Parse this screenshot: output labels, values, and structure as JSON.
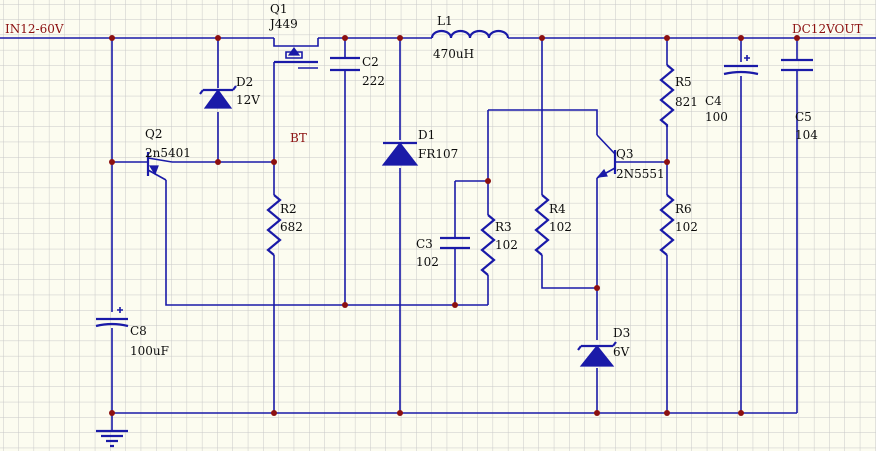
{
  "nets": {
    "input": "IN12-60V",
    "output": "DC12VOUT",
    "bt": "BT"
  },
  "components": {
    "Q1": {
      "ref": "Q1",
      "value": "J449"
    },
    "Q2": {
      "ref": "Q2",
      "value": "2n5401"
    },
    "Q3": {
      "ref": "Q3",
      "value": "2N5551"
    },
    "D1": {
      "ref": "D1",
      "value": "FR107"
    },
    "D2": {
      "ref": "D2",
      "value": "12V"
    },
    "D3": {
      "ref": "D3",
      "value": "6V"
    },
    "L1": {
      "ref": "L1",
      "value": "470uH"
    },
    "C2": {
      "ref": "C2",
      "value": "222"
    },
    "C3": {
      "ref": "C3",
      "value": "102"
    },
    "C4": {
      "ref": "C4",
      "value": "100"
    },
    "C5": {
      "ref": "C5",
      "value": "104"
    },
    "C8": {
      "ref": "C8",
      "value": "100uF"
    },
    "R2": {
      "ref": "R2",
      "value": "682"
    },
    "R3": {
      "ref": "R3",
      "value": "102"
    },
    "R4": {
      "ref": "R4",
      "value": "102"
    },
    "R5": {
      "ref": "R5",
      "value": "821"
    },
    "R6": {
      "ref": "R6",
      "value": "102"
    }
  },
  "colors": {
    "background": "#fcfcf0",
    "grid": "#c8c8c8",
    "wire": "#1a1aa8",
    "junction": "#8c1010",
    "net_label": "#8c1010",
    "text": "#0d0d0d"
  }
}
